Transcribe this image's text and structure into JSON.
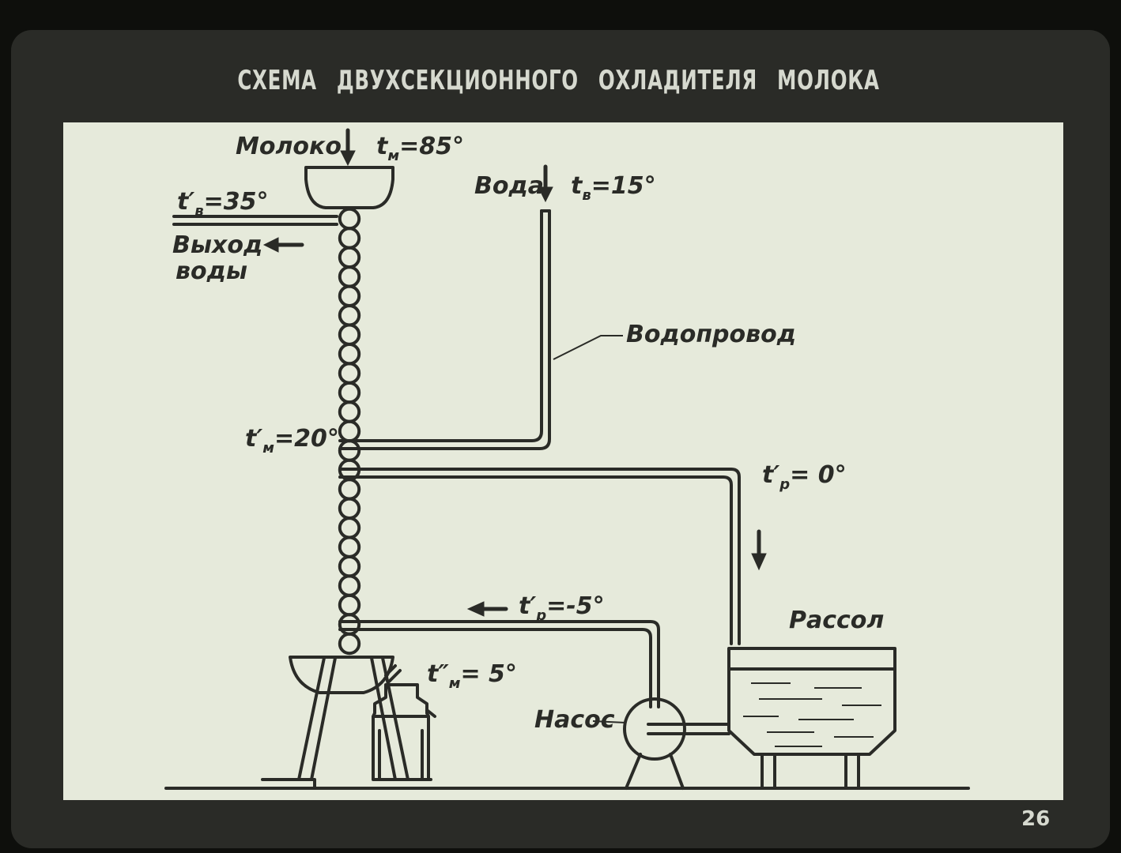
{
  "title": "СХЕМА   ДВУХСЕКЦИОННОГО   ОХЛАДИТЕЛЯ   МОЛОКА",
  "slide_number": "26",
  "labels": {
    "milk": "Молоко",
    "water": "Вода",
    "water_outlet_line1": "Выход",
    "water_outlet_line2": "воды",
    "water_main": "Водопровод",
    "brine": "Рассол",
    "pump": "Насос"
  },
  "temps": {
    "milk_in": {
      "sym": "t",
      "sub": "м",
      "val": "=85°"
    },
    "water_in": {
      "sym": "t",
      "sub": "в",
      "val": "=15°"
    },
    "water_out": {
      "sym": "t′",
      "sub": "в",
      "val": "=35°"
    },
    "milk_mid": {
      "sym": "t′",
      "sub": "м",
      "val": "=20°"
    },
    "brine_in": {
      "sym": "t′",
      "sub": "р",
      "val": "= 0°"
    },
    "brine_out": {
      "sym": "t′",
      "sub": "р",
      "val": "=-5°"
    },
    "milk_out": {
      "sym": "t″",
      "sub": "м",
      "val": "= 5°"
    }
  },
  "colors": {
    "background": "#0e0f0c",
    "frame": "#2a2b27",
    "panel": "#e6eadb",
    "ink": "#2a2b27",
    "title": "#d6d9cf"
  }
}
